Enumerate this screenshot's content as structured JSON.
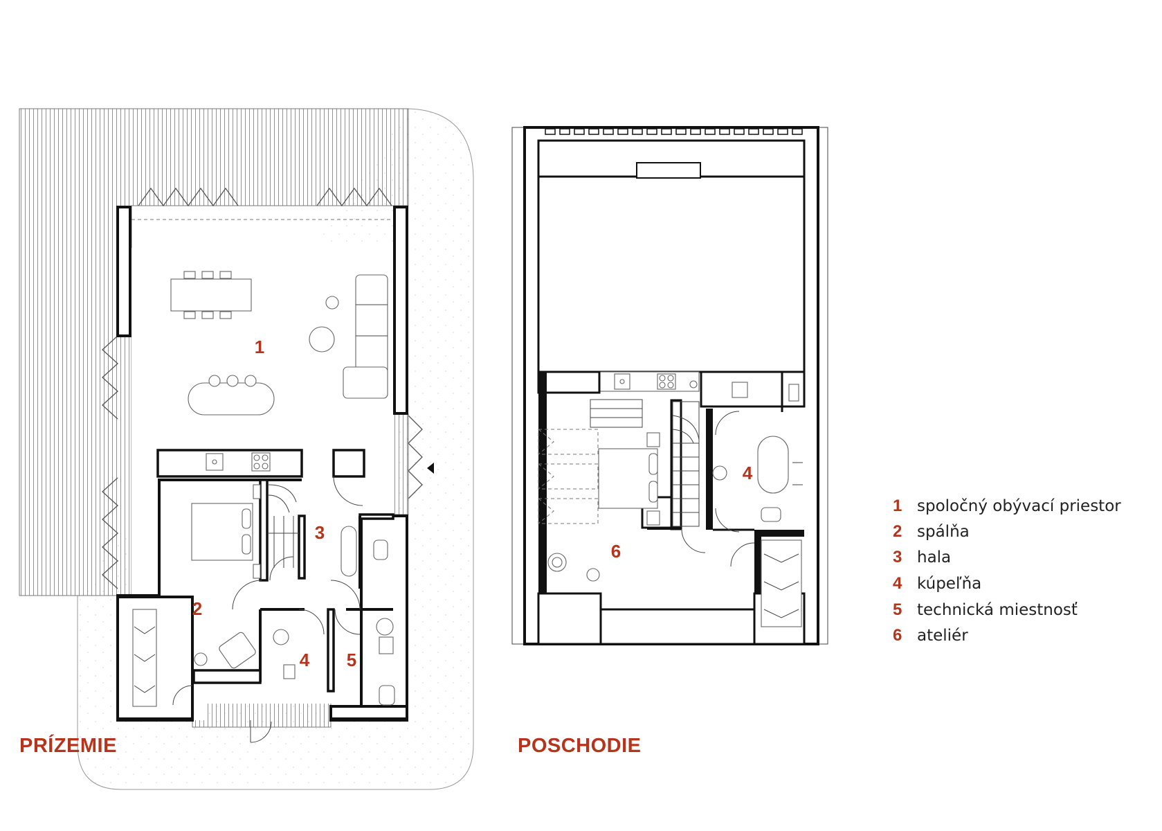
{
  "colors": {
    "accent": "#b5341c",
    "wall": "#111111",
    "line": "#444444"
  },
  "floors": {
    "ground": {
      "title": "PRÍZEMIE"
    },
    "upper": {
      "title": "POSCHODIE"
    }
  },
  "ground_rooms": [
    "1",
    "2",
    "3",
    "4",
    "5"
  ],
  "upper_rooms": [
    "6",
    "4"
  ],
  "legend": [
    {
      "num": "1",
      "label": "spoločný obývací priestor"
    },
    {
      "num": "2",
      "label": "spálňa"
    },
    {
      "num": "3",
      "label": "hala"
    },
    {
      "num": "4",
      "label": "kúpeľňa"
    },
    {
      "num": "5",
      "label": "technická miestnosť"
    },
    {
      "num": "6",
      "label": "ateliér"
    }
  ]
}
